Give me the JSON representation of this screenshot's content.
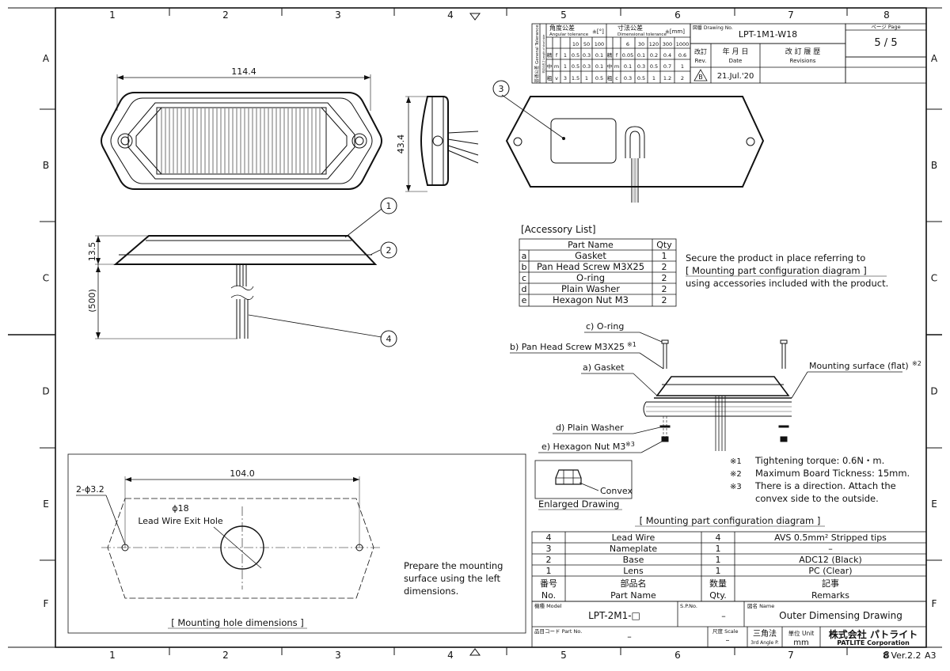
{
  "sheet": {
    "col_labels": [
      "1",
      "2",
      "3",
      "4",
      "5",
      "6",
      "7",
      "8"
    ],
    "row_labels": [
      "A",
      "B",
      "C",
      "D",
      "E",
      "F"
    ],
    "version": "8 Ver.2.2",
    "size": "A3"
  },
  "title_block": {
    "drawing_no_label": "図番 Drawing No.",
    "drawing_no": "LPT-1M1-W18",
    "page_label": "ページ Page",
    "page": "5 / 5",
    "rev_label_jp": "改訂",
    "rev_label_en": "Rev.",
    "date_label_jp": "年 月 日",
    "date_label_en": "Date",
    "revisions_label_jp": "改 訂 履 歴",
    "revisions_label_en": "Revisions",
    "rev_mark": "B",
    "rev_date": "21.Jul.'20",
    "angular_tol_jp": "角度公差",
    "angular_tol_en": "Angular tolerance",
    "angular_tol_unit": "±[°]",
    "dimensional_tol_jp": "寸法公差",
    "dimensional_tol_en": "Dimensional tolerance",
    "dimensional_tol_unit": "±[mm]",
    "general_tol_label": "普通公差 General Tolerance",
    "length_label": "短辺の長さ Length of short side",
    "ang_head": [
      "10",
      "50",
      "100"
    ],
    "dim_head": [
      "6",
      "30",
      "120",
      "300",
      "1000"
    ],
    "tol_rows": [
      {
        "grade": "精",
        "cls": "f",
        "ang": [
          "1",
          "0.5",
          "0.3",
          "0.1"
        ],
        "grade2": "精",
        "cls2": "f",
        "dim": [
          "0.05",
          "0.1",
          "0.2",
          "0.4",
          "0.6"
        ]
      },
      {
        "grade": "中",
        "cls": "m",
        "ang": [
          "1",
          "0.5",
          "0.3",
          "0.1"
        ],
        "grade2": "中",
        "cls2": "m",
        "dim": [
          "0.1",
          "0.3",
          "0.5",
          "0.7",
          "1"
        ]
      },
      {
        "grade": "粗",
        "cls": "v",
        "ang": [
          "3",
          "1.5",
          "1",
          "0.5"
        ],
        "grade2": "粗",
        "cls2": "c",
        "dim": [
          "0.3",
          "0.5",
          "1",
          "1.2",
          "2"
        ]
      }
    ],
    "model_label": "機種 Model",
    "model": "LPT-2M1-□",
    "sp_label": "S.P.No.",
    "sp_value": "–",
    "name_label": "図名 Name",
    "name": "Outer Dimensing Drawing",
    "part_no_label": "品目コード Part No.",
    "part_no": "–",
    "scale_label": "尺度 Scale",
    "scale": "–",
    "angle_jp": "三角法",
    "angle_en": "3rd Angle P.",
    "unit_label": "単位 Unit",
    "unit": "mm",
    "company_jp": "株式会社 パトライト",
    "company_en": "PATLITE Corporation"
  },
  "dimensions": {
    "width": "114.4",
    "height": "43.4",
    "thickness": "13.5",
    "wire_length": "(500)",
    "hole_span": "104.0",
    "hole_dia": "2-ϕ3.2",
    "exit_dia": "ϕ18",
    "exit_label": "Lead Wire Exit Hole"
  },
  "balloons": [
    "1",
    "2",
    "3",
    "4"
  ],
  "accessory": {
    "title": "[Accessory List]",
    "head_name": "Part Name",
    "head_qty": "Qty",
    "rows": [
      {
        "id": "a",
        "name": "Gasket",
        "qty": "1"
      },
      {
        "id": "b",
        "name": "Pan Head Screw M3X25",
        "qty": "2"
      },
      {
        "id": "c",
        "name": "O-ring",
        "qty": "2"
      },
      {
        "id": "d",
        "name": "Plain Washer",
        "qty": "2"
      },
      {
        "id": "e",
        "name": "Hexagon Nut M3",
        "qty": "2"
      }
    ]
  },
  "secure_note": [
    "Secure the product in place referring to",
    "[ Mounting part configuration diagram ]",
    "using accessories included with the product."
  ],
  "mounting": {
    "o_ring": "c) O-ring",
    "screw": "b) Pan Head Screw M3X25",
    "screw_mark": "※1",
    "gasket": "a) Gasket",
    "surface": "Mounting surface (flat)",
    "surface_mark": "※2",
    "washer": "d) Plain Washer",
    "nut": "e) Hexagon Nut M3",
    "nut_mark": "※3",
    "convex": "Convex",
    "enlarged": "Enlarged Drawing",
    "diagram_title": "[ Mounting part configuration diagram ]"
  },
  "notes": [
    {
      "mark": "※1",
      "text": "Tightening torque: 0.6N・m."
    },
    {
      "mark": "※2",
      "text": "Maximum Board Tickness: 15mm."
    },
    {
      "mark": "※3",
      "text": "There is a direction. Attach the"
    },
    {
      "mark": "",
      "text": "convex side to the outside."
    }
  ],
  "hole_panel": {
    "prepare": [
      "Prepare the mounting",
      "surface using the left",
      "dimensions."
    ],
    "caption": "[ Mounting hole dimensions ]"
  },
  "parts_list": {
    "rows": [
      {
        "no": "4",
        "name": "Lead Wire",
        "qty": "4",
        "remarks": "AVS 0.5mm²  Stripped tips"
      },
      {
        "no": "3",
        "name": "Nameplate",
        "qty": "1",
        "remarks": "–"
      },
      {
        "no": "2",
        "name": "Base",
        "qty": "1",
        "remarks": "ADC12 (Black)"
      },
      {
        "no": "1",
        "name": "Lens",
        "qty": "1",
        "remarks": "PC (Clear)"
      }
    ],
    "head_no_jp": "番号",
    "head_no_en": "No.",
    "head_name_jp": "部品名",
    "head_name_en": "Part Name",
    "head_qty_jp": "数量",
    "head_qty_en": "Qty.",
    "head_rem_jp": "記事",
    "head_rem_en": "Remarks"
  }
}
